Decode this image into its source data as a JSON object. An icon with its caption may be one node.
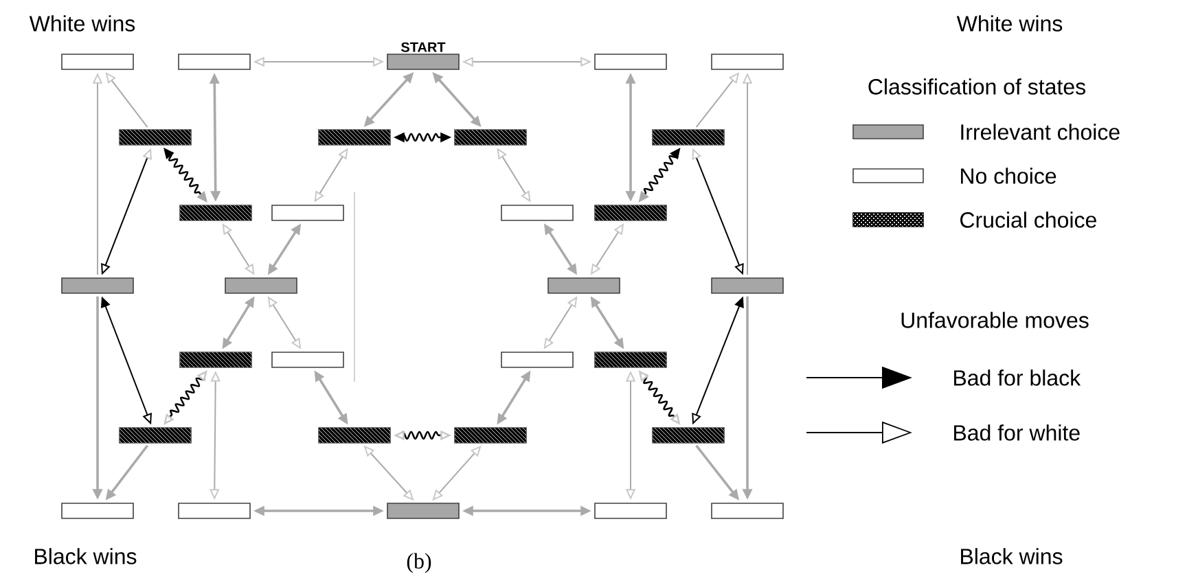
{
  "diagram": {
    "caption": "(b)",
    "nodes": [
      {
        "text": [],
        "shape": "box"
      },
      {
        "text": [],
        "shape": "box"
      },
      {
        "text": [
          "START"
        ]
      },
      {
        "text": [],
        "shape": "box"
      },
      {
        "text": [],
        "shape": "box"
      },
      {
        "text": [],
        "shape": "box"
      },
      {
        "text": [],
        "shape": "box"
      },
      {
        "text": [],
        "shape": "box"
      },
      {
        "text": [],
        "shape": "box"
      },
      {
        "text": [],
        "shape": "box"
      },
      {
        "text": [],
        "shape": "box"
      },
      {
        "text": [],
        "shape": "box"
      },
      {
        "text": [],
        "shape": "box"
      },
      {
        "text": [],
        "shape": "box"
      },
      {
        "text": [],
        "shape": "box"
      },
      {
        "text": [],
        "shape": "box"
      },
      {
        "text": [],
        "shape": "box"
      },
      {
        "text": [],
        "shape": "box"
      },
      {
        "text": [],
        "shape": "box"
      },
      {
        "text": [],
        "shape": "box"
      },
      {
        "text": [],
        "shape": "box"
      },
      {
        "text": [],
        "shape": "box"
      },
      {
        "text": [],
        "shape": "box"
      },
      {
        "text": [],
        "shape": "box"
      },
      {
        "text": [],
        "shape": "box"
      },
      {
        "text": [],
        "shape": "box"
      },
      {
        "text": [],
        "shape": "box"
      },
      {
        "text": [],
        "shape": "box"
      },
      {
        "text": [],
        "shape": "box"
      },
      {
        "text": [],
        "shape": "box"
      }
    ],
    "edges": [
      {
        "from": 1,
        "to": 2,
        "arrow": "both"
      },
      {
        "from": 2,
        "to": 3,
        "arrow": "both"
      },
      {
        "from": 2,
        "to": 6,
        "arrow": "both"
      },
      {
        "from": 2,
        "to": 7,
        "arrow": "both"
      },
      {
        "from": 6,
        "to": 7,
        "arrow": "both",
        "color": "#000000"
      },
      {
        "from": 6,
        "to": 10,
        "arrow": "both"
      },
      {
        "from": 5,
        "to": 0,
        "arrow": "to"
      },
      {
        "from": 5,
        "to": 9,
        "arrow": "both",
        "color": "#000000"
      },
      {
        "from": 1,
        "to": 9,
        "arrow": "both"
      },
      {
        "from": 13,
        "to": 0,
        "arrow": "to"
      },
      {
        "from": 5,
        "to": 13,
        "arrow": "both",
        "color": "#000000"
      },
      {
        "from": 9,
        "to": 14,
        "arrow": "both"
      },
      {
        "from": 10,
        "to": 14,
        "arrow": "both"
      },
      {
        "from": 14,
        "to": 17,
        "arrow": "both"
      },
      {
        "from": 14,
        "to": 18,
        "arrow": "both"
      },
      {
        "from": 13,
        "to": 25,
        "arrow": "to"
      },
      {
        "from": 13,
        "to": 21,
        "arrow": "both",
        "color": "#000000"
      },
      {
        "from": 17,
        "to": 21,
        "arrow": "both",
        "color": "#000000"
      },
      {
        "from": 17,
        "to": 26,
        "arrow": "both"
      },
      {
        "from": 21,
        "to": 25,
        "arrow": "to"
      },
      {
        "from": 18,
        "to": 22,
        "arrow": "both"
      },
      {
        "from": 22,
        "to": 23,
        "arrow": "both",
        "color": "#000000"
      },
      {
        "from": 22,
        "to": 27,
        "arrow": "both"
      },
      {
        "from": 23,
        "to": 27,
        "arrow": "both"
      },
      {
        "from": 26,
        "to": 27,
        "arrow": "both"
      },
      {
        "from": 27,
        "to": 28,
        "arrow": "both"
      },
      {
        "from": 3,
        "to": 12,
        "arrow": "both"
      },
      {
        "from": 8,
        "to": 4,
        "arrow": "to"
      },
      {
        "from": 8,
        "to": 12,
        "arrow": "both",
        "color": "#000000"
      },
      {
        "from": 8,
        "to": 16,
        "arrow": "both",
        "color": "#000000"
      },
      {
        "from": 16,
        "to": 4,
        "arrow": "to"
      },
      {
        "from": 11,
        "to": 7,
        "arrow": "both"
      },
      {
        "from": 11,
        "to": 15,
        "arrow": "both"
      },
      {
        "from": 12,
        "to": 15,
        "arrow": "both"
      },
      {
        "from": 15,
        "to": 19,
        "arrow": "both"
      },
      {
        "from": 15,
        "to": 20,
        "arrow": "both"
      },
      {
        "from": 20,
        "to": 24,
        "arrow": "both",
        "color": "#000000"
      },
      {
        "from": 20,
        "to": 28,
        "arrow": "both"
      },
      {
        "from": 16,
        "to": 24,
        "arrow": "both",
        "color": "#000000"
      },
      {
        "from": 16,
        "to": 29,
        "arrow": "to"
      },
      {
        "from": 24,
        "to": 29,
        "arrow": "to"
      },
      {
        "from": 19,
        "to": 23,
        "arrow": "both"
      }
    ],
    "labels": [
      "White wins",
      "White wins",
      "Classification of states",
      "Unfavorable moves",
      "Black wins",
      "Black wins"
    ],
    "legend": [
      {
        "text": "Irrelevant choice",
        "color": "#a6a6a6"
      },
      {
        "text": "No choice"
      },
      {
        "text": "Crucial choice"
      },
      {
        "text": "Bad for black"
      },
      {
        "text": "Bad for white"
      }
    ]
  }
}
